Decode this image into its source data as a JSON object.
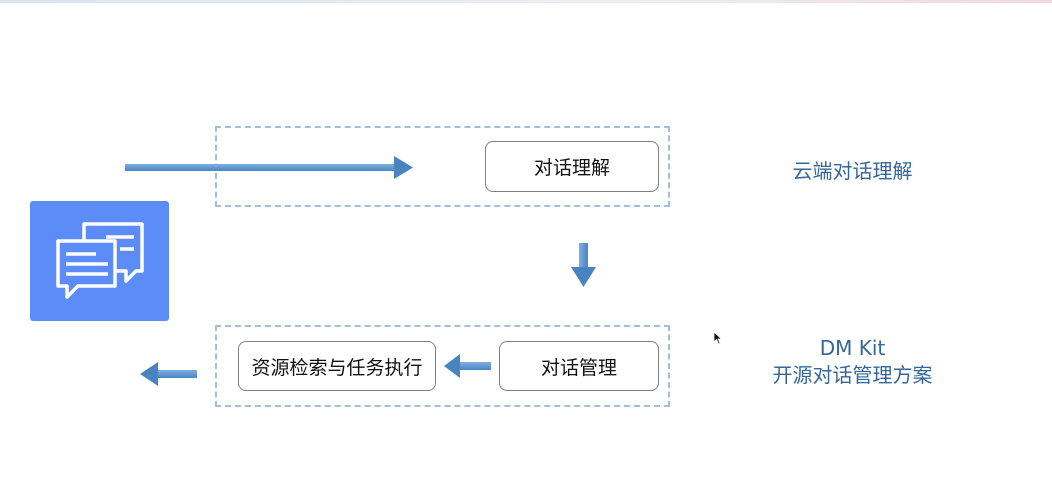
{
  "nodes": {
    "understand": "对话理解",
    "manage": "对话管理",
    "retrieve": "资源检索与任务执行"
  },
  "labels": {
    "cloud": "云端对话理解",
    "dmkit_title": "DM Kit",
    "dmkit_subtitle": "开源对话管理方案"
  },
  "icons": {
    "chat": "chat-bubbles-icon",
    "cursor": "mouse-pointer-icon"
  },
  "colors": {
    "accent": "#5b8cf7",
    "arrow": "#5a93cc",
    "dashed_border": "#9ec0da",
    "label_text": "#35679a"
  }
}
